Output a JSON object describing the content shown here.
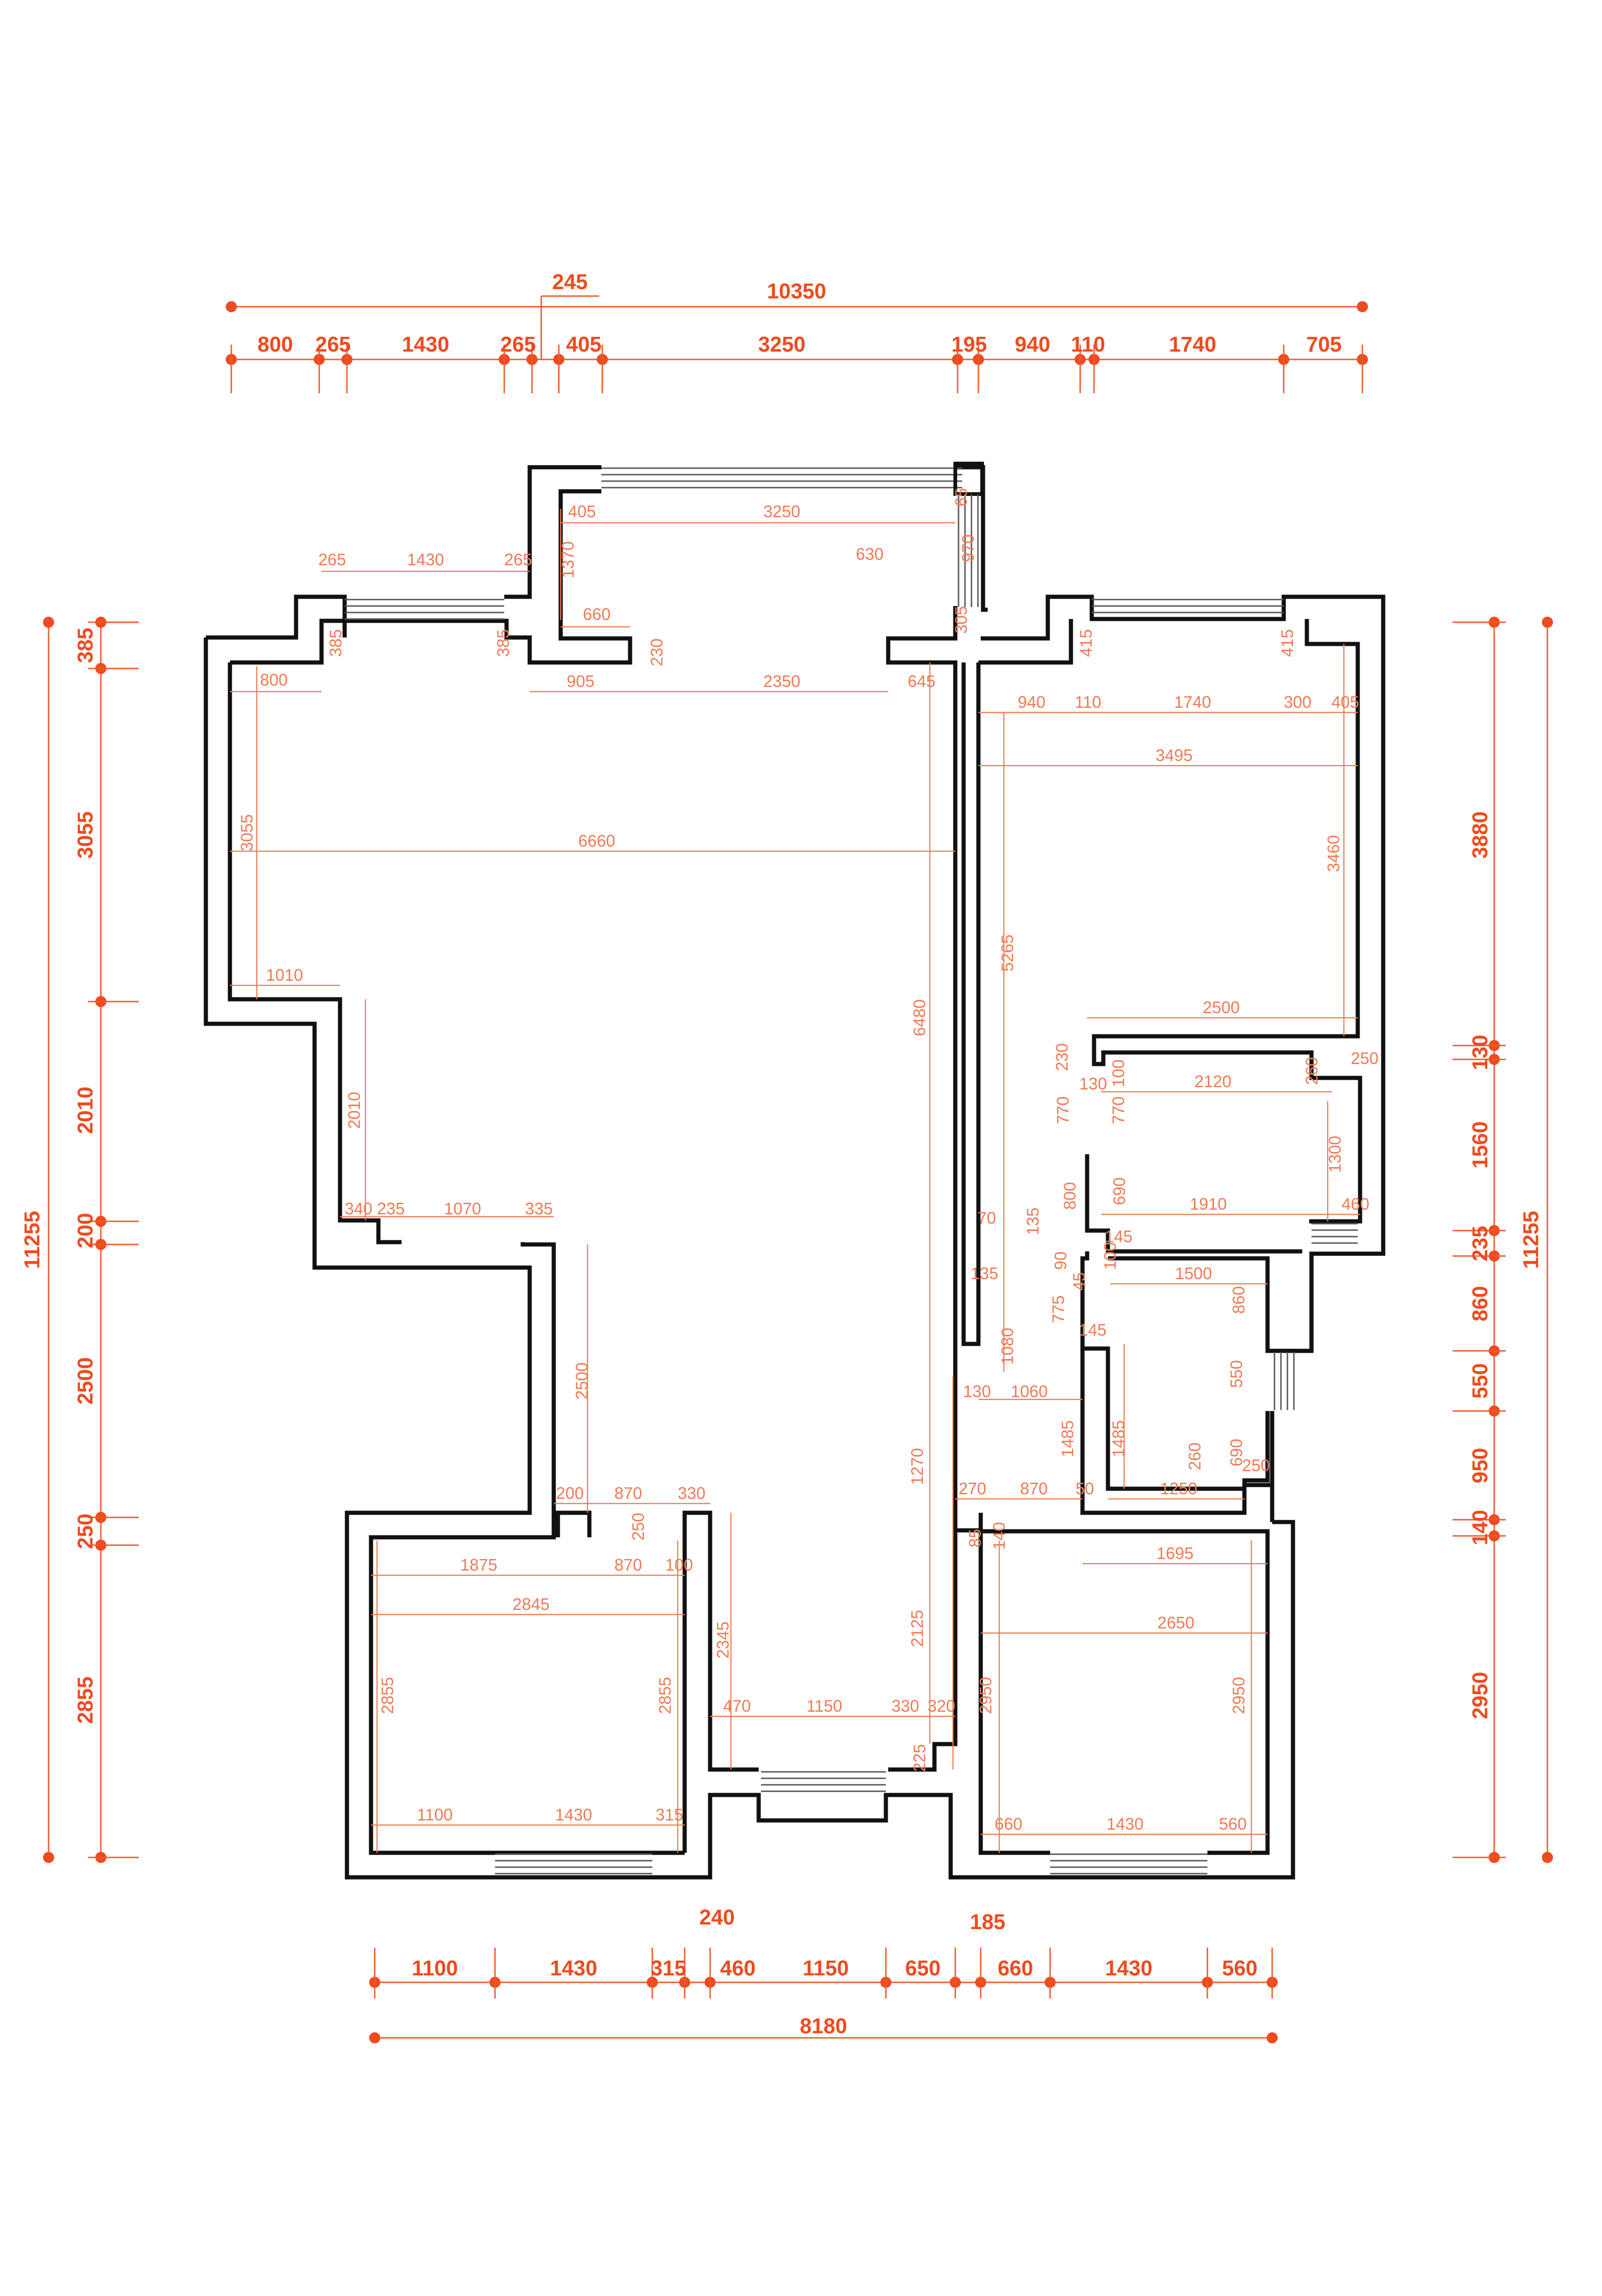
{
  "plan": {
    "colors": {
      "wall": "#111111",
      "dimension_inner": "#f07a55",
      "dimension_outer": "#ee4b1f"
    },
    "top_overall": {
      "total": "10350",
      "note": "245"
    },
    "top_segments": [
      "800",
      "265",
      "1430",
      "265",
      "405",
      "3250",
      "195",
      "940",
      "110",
      "1740",
      "705"
    ],
    "bottom_segments": [
      "1100",
      "1430",
      "315",
      "460",
      "1150",
      "650",
      "660",
      "1430",
      "560"
    ],
    "bottom_notes": [
      "240",
      "185"
    ],
    "bottom_overall": {
      "total": "8180"
    },
    "left_overall": {
      "total": "11255"
    },
    "left_segments": [
      "385",
      "3055",
      "2010",
      "200",
      "2500",
      "250",
      "2855"
    ],
    "right_overall": {
      "total": "11255"
    },
    "right_segments": [
      "3880",
      "130",
      "1560",
      "235",
      "860",
      "550",
      "950",
      "140",
      "2950"
    ],
    "interior_dimensions": [
      "405",
      "3250",
      "65",
      "1370",
      "630",
      "970",
      "305",
      "660",
      "230",
      "905",
      "2350",
      "645",
      "265",
      "1430",
      "265",
      "385",
      "385",
      "800",
      "3055",
      "6660",
      "1010",
      "2010",
      "340",
      "235",
      "1070",
      "335",
      "2500",
      "200",
      "870",
      "330",
      "250",
      "1875",
      "870",
      "100",
      "2845",
      "2855",
      "2855",
      "2345",
      "470",
      "1150",
      "330",
      "320",
      "1100",
      "1430",
      "315",
      "225",
      "6480",
      "1270",
      "2125",
      "415",
      "415",
      "940",
      "110",
      "1740",
      "300",
      "405",
      "3495",
      "5265",
      "3460",
      "2500",
      "230",
      "130",
      "100",
      "2120",
      "260",
      "250",
      "770",
      "770",
      "1300",
      "800",
      "690",
      "1910",
      "460",
      "70",
      "135",
      "90",
      "145",
      "100",
      "135",
      "45",
      "1500",
      "860",
      "1080",
      "775",
      "130",
      "1060",
      "145",
      "1485",
      "1485",
      "550",
      "260",
      "690",
      "250",
      "270",
      "870",
      "50",
      "1250",
      "140",
      "85",
      "1695",
      "2650",
      "2950",
      "2950",
      "660",
      "1430",
      "560"
    ]
  }
}
